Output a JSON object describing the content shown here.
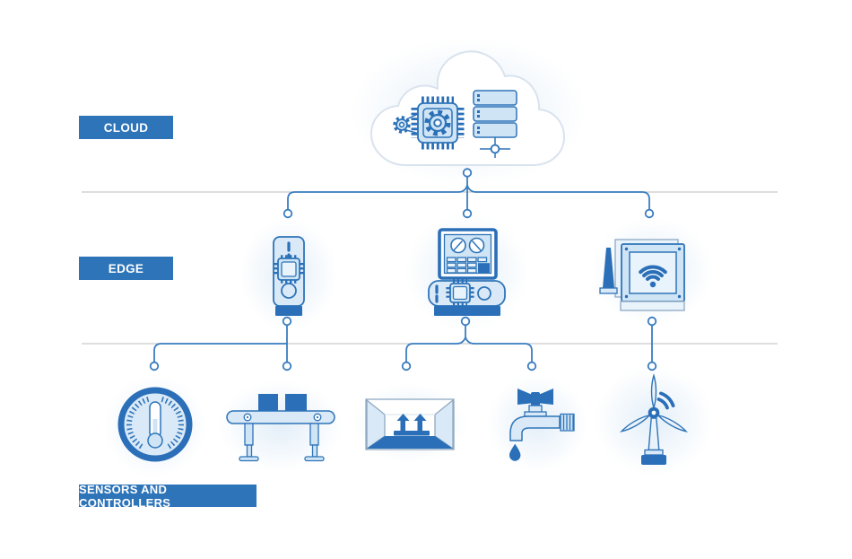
{
  "title": "IoT layered architecture diagram",
  "colors": {
    "label_bg": "#2d74b9",
    "label_text": "#ffffff",
    "stroke_blue": "#2e74b8",
    "dark_blue": "#2a6fb8",
    "light_blue": "#d9e9f7",
    "mid_blue": "#cfe4f5",
    "pale_blue": "#e9f3fb",
    "connector_blue": "#3a7dc0",
    "divider_gray": "#c9c9c9",
    "cloud_outline": "#d9e3ee"
  },
  "layers": [
    {
      "id": "cloud",
      "label": "CLOUD",
      "items": [
        {
          "name": "cloud",
          "parts": [
            "processor-chip",
            "gear",
            "server-stack",
            "network-node"
          ]
        }
      ]
    },
    {
      "id": "edge",
      "label": "EDGE",
      "items": [
        {
          "name": "gateway-device"
        },
        {
          "name": "control-panel-unit"
        },
        {
          "name": "wireless-module"
        }
      ]
    },
    {
      "id": "sensors",
      "label": "SENSORS AND CONTROLLERS",
      "items": [
        {
          "name": "gauge-thermometer"
        },
        {
          "name": "conveyor-belt"
        },
        {
          "name": "package-box"
        },
        {
          "name": "water-faucet"
        },
        {
          "name": "wind-turbine"
        }
      ]
    }
  ],
  "connections": [
    {
      "from": "cloud",
      "to": [
        "gateway-device",
        "control-panel-unit",
        "wireless-module"
      ]
    },
    {
      "from": "gateway-device",
      "to": [
        "gauge-thermometer",
        "conveyor-belt"
      ]
    },
    {
      "from": "control-panel-unit",
      "to": [
        "package-box",
        "water-faucet"
      ]
    },
    {
      "from": "wireless-module",
      "to": [
        "wind-turbine"
      ]
    }
  ]
}
